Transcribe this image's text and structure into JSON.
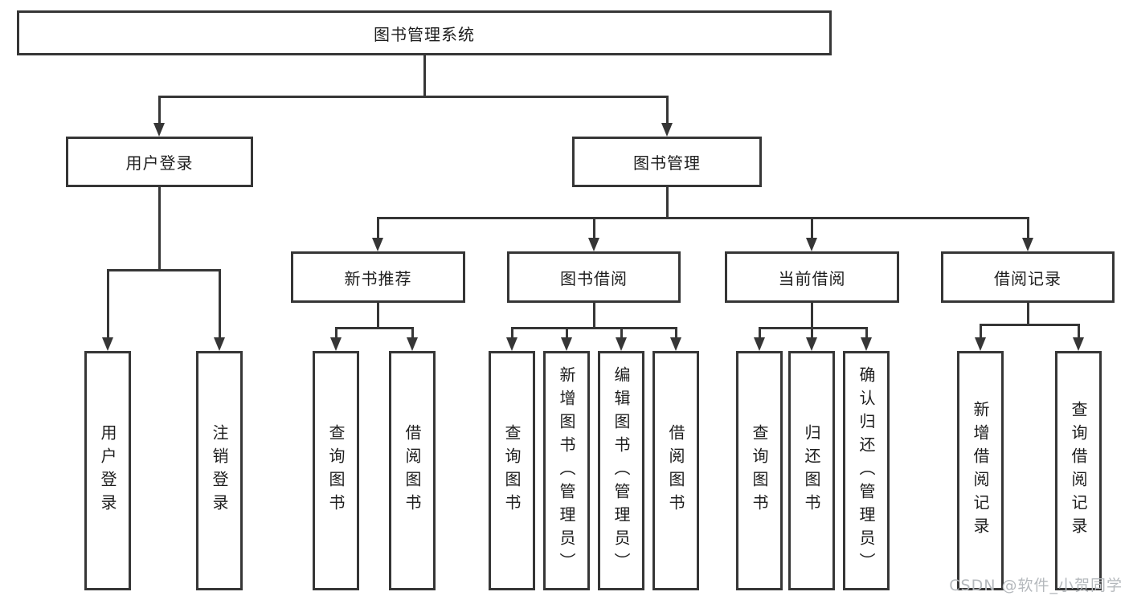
{
  "diagram": {
    "root": {
      "label": "图书管理系统"
    },
    "level2": {
      "user_login": {
        "label": "用户登录"
      },
      "book_mgmt": {
        "label": "图书管理"
      }
    },
    "level3": {
      "new_books": {
        "label": "新书推荐"
      },
      "book_borrow": {
        "label": "图书借阅"
      },
      "current_borrow": {
        "label": "当前借阅"
      },
      "borrow_records": {
        "label": "借阅记录"
      }
    },
    "leaves": {
      "user_login": [
        "用户登录",
        "注销登录"
      ],
      "new_books": [
        "查询图书",
        "借阅图书"
      ],
      "book_borrow": [
        "查询图书",
        "新增图书（管理员）",
        "编辑图书（管理员）",
        "借阅图书"
      ],
      "current_borrow": [
        "查询图书",
        "归还图书",
        "确认归还（管理员）"
      ],
      "borrow_records": [
        "新增借阅记录",
        "查询借阅记录"
      ]
    }
  },
  "watermark": {
    "text": "CSDN @软件_小贺同学",
    "color": "#b5b9bd"
  },
  "colors": {
    "line": "#363636",
    "text": "#1e1e1e",
    "background": "#ffffff"
  }
}
